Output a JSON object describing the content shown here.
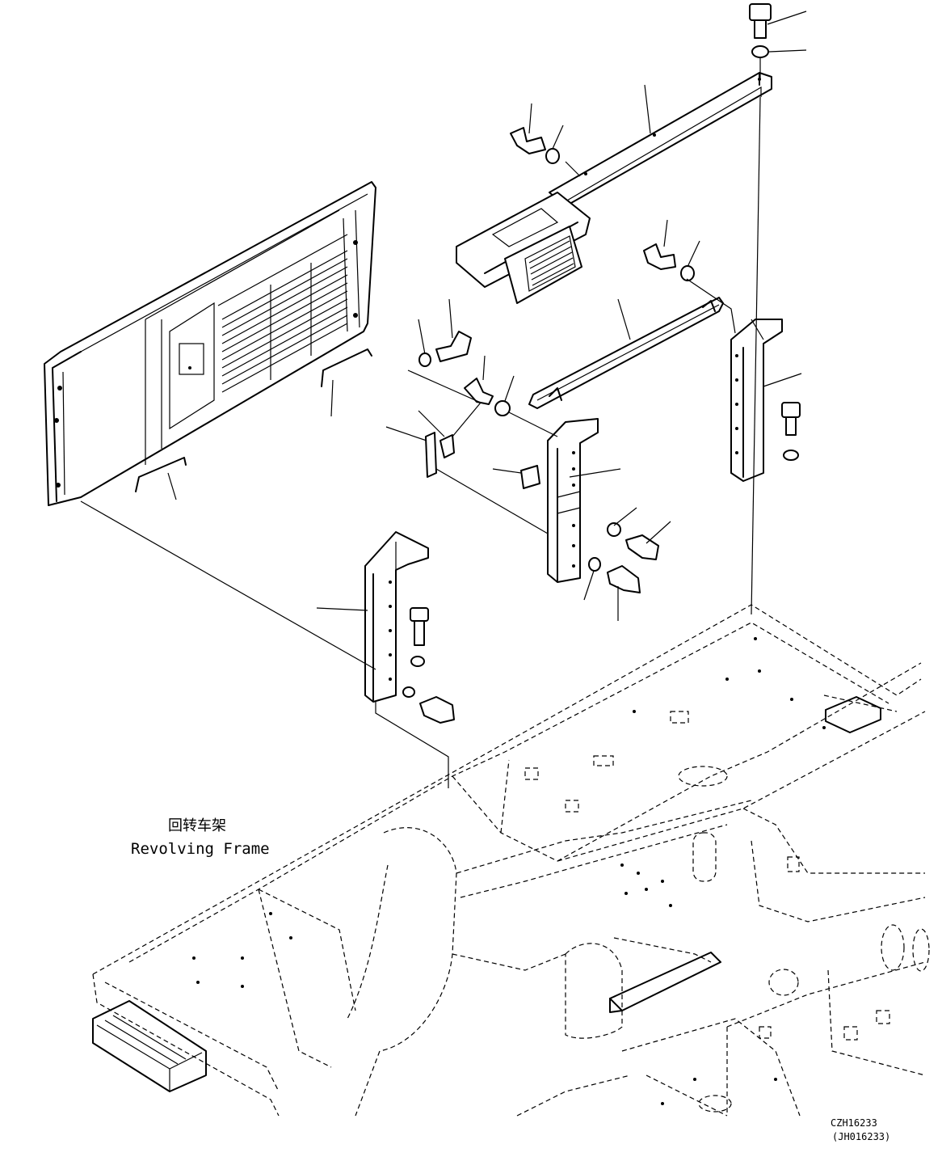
{
  "labels": {
    "frame_cn": "回转车架",
    "frame_en": "Revolving Frame",
    "drawing_no": "CZH16233",
    "drawing_no_alt": "(JH016233)"
  }
}
